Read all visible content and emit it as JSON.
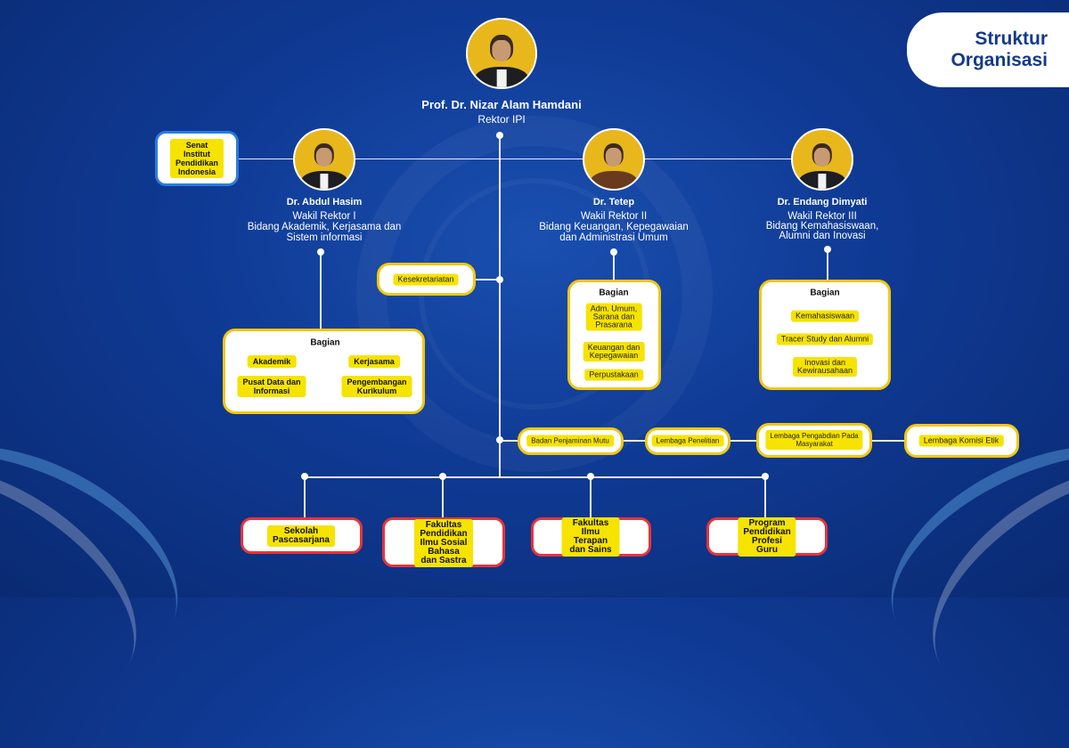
{
  "badge": {
    "line1": "Struktur",
    "line2": "Organisasi"
  },
  "rektor": {
    "name": "Prof. Dr. Nizar Alam Hamdani",
    "title": "Rektor IPI"
  },
  "senat": {
    "l1": "Senat",
    "l2": "Institut",
    "l3": "Pendidikan",
    "l4": "Indonesia"
  },
  "wr1": {
    "name": "Dr. Abdul Hasim",
    "r1": "Wakil Rektor I",
    "r2": "Bidang Akademik, Kerjasama dan",
    "r3": "Sistem informasi"
  },
  "wr2": {
    "name": "Dr. Tetep",
    "r1": "Wakil Rektor II",
    "r2": "Bidang Keuangan, Kepegawaian",
    "r3": "dan Administrasi Umum"
  },
  "wr3": {
    "name": "Dr. Endang Dimyati",
    "r1": "Wakil Rektor III",
    "r2": "Bidang Kemahasiswaan,",
    "r3": "Alumni dan Inovasi"
  },
  "kesekretariatan": "Kesekretariatan",
  "bagian1": {
    "head": "Bagian",
    "i1": "Akademik",
    "i2": "Kerjasama",
    "i3a": "Pusat Data dan",
    "i3b": "Informasi",
    "i4a": "Pengembangan",
    "i4b": "Kurikulum"
  },
  "bagian2": {
    "head": "Bagian",
    "i1a": "Adm. Umum,",
    "i1b": "Sarana dan",
    "i1c": "Prasarana",
    "i2a": "Keuangan dan",
    "i2b": "Kepegawaian",
    "i3": "Perpustakaan"
  },
  "bagian3": {
    "head": "Bagian",
    "i1": "Kemahasiswaan",
    "i2": "Tracer Study dan Alumni",
    "i3a": "Inovasi dan",
    "i3b": "Kewirausahaan"
  },
  "lembaga": {
    "l1": "Badan Penjaminan Mutu",
    "l2": "Lembaga Penelitian",
    "l3a": "Lembaga Pengabdian Pada",
    "l3b": "Masyarakat",
    "l4": "Lembaga Komisi Etik"
  },
  "fakultas": {
    "f1": "Sekolah Pascasarjana",
    "f2a": "Fakultas Pendidikan",
    "f2b": "Ilmu Sosial Bahasa",
    "f2c": "dan Sastra",
    "f3a": "Fakultas Ilmu",
    "f3b": "Terapan dan Sains",
    "f4a": "Program Pendidikan",
    "f4b": "Profesi Guru"
  },
  "colors": {
    "accent": "#f2c811",
    "red": "#e8333a",
    "navy": "#0f3a94",
    "highlight": "#f6e300"
  }
}
